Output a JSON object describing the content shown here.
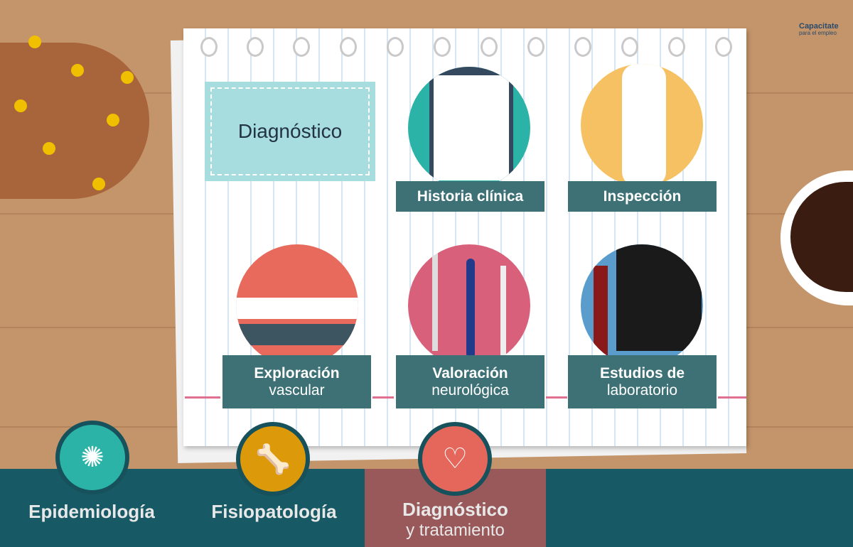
{
  "brand": {
    "name": "Capacitate",
    "tagline": "para el empleo"
  },
  "section_title": "Diagnóstico",
  "cards": [
    {
      "title": "Historia clínica",
      "subtitle": "",
      "color": "#2bb3a8"
    },
    {
      "title": "Inspección",
      "subtitle": "",
      "color": "#f5c162"
    },
    {
      "title": "Exploración",
      "subtitle": "vascular",
      "color": "#e86a5c"
    },
    {
      "title": "Valoración",
      "subtitle": "neurológica",
      "color": "#d9607a"
    },
    {
      "title": "Estudios de",
      "subtitle": "laboratorio",
      "color": "#5a9ccc"
    }
  ],
  "nav": [
    {
      "label": "Epidemiología",
      "sub": "",
      "color": "#2bb3a8",
      "icon": "virus-icon"
    },
    {
      "label": "Fisiopatología",
      "sub": "",
      "color": "#dc9a0a",
      "icon": "bone-icon"
    },
    {
      "label": "Diagnóstico",
      "sub": "y tratamiento",
      "color": "#e5675c",
      "icon": "heart-stethoscope-icon",
      "active": true
    }
  ]
}
